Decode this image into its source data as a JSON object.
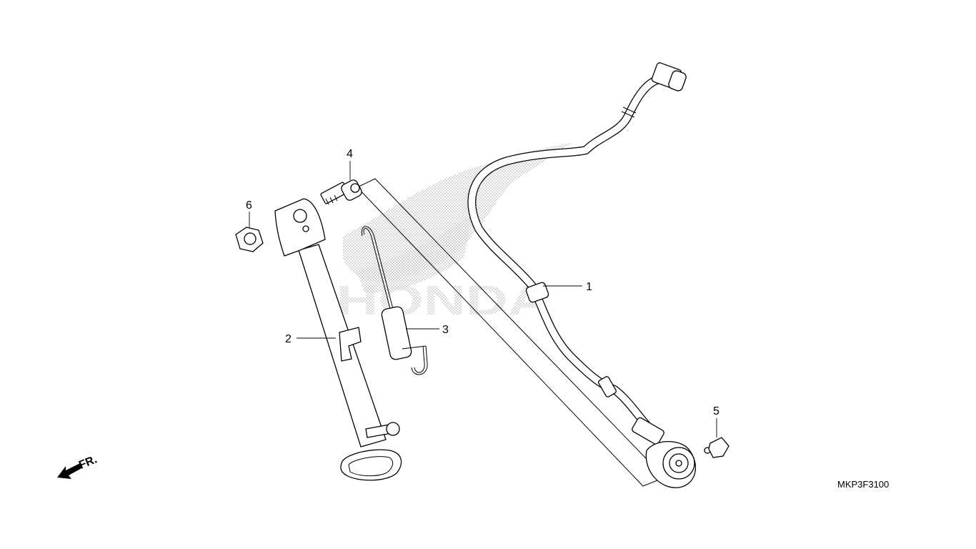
{
  "callouts": [
    {
      "number": "1",
      "part": "wire-harness"
    },
    {
      "number": "2",
      "part": "side-stand"
    },
    {
      "number": "3",
      "part": "spring"
    },
    {
      "number": "4",
      "part": "bolt"
    },
    {
      "number": "5",
      "part": "flange-nut"
    },
    {
      "number": "6",
      "part": "nut"
    }
  ],
  "front_label": "FR.",
  "diagram_code": "MKP3F3100",
  "watermark": "HONDA",
  "colors": {
    "line": "#000000",
    "background": "#ffffff",
    "watermark": "#9a9a9a"
  }
}
